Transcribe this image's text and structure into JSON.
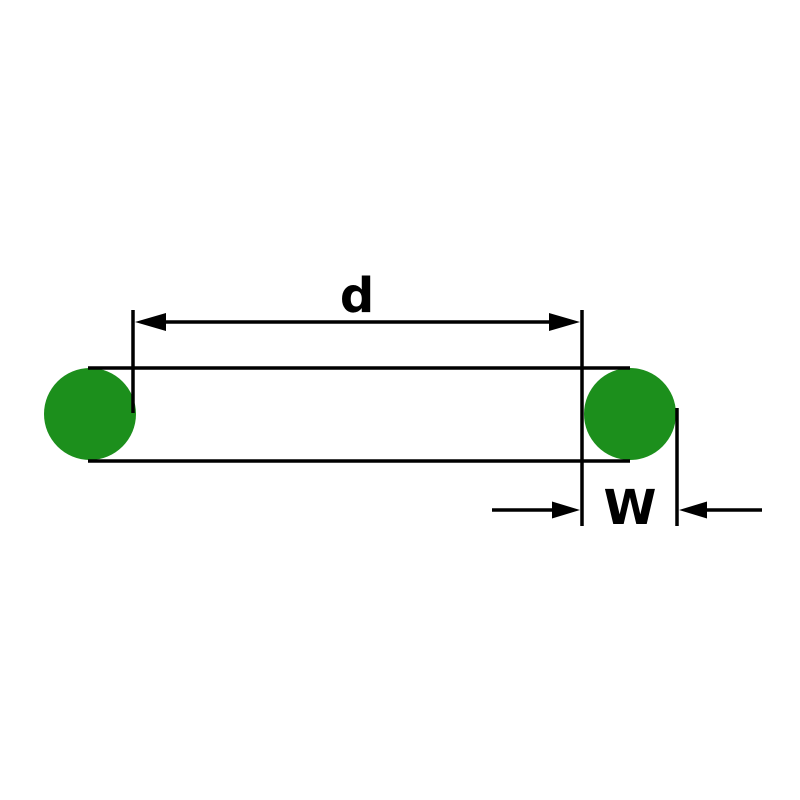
{
  "diagram": {
    "name": "O-ring dimension drawing",
    "labels": {
      "inner_diameter": "d",
      "cross_section_width": "W"
    },
    "colors": {
      "ring_fill": "#1c8f1c",
      "line": "#000000",
      "background": "#ffffff"
    }
  }
}
